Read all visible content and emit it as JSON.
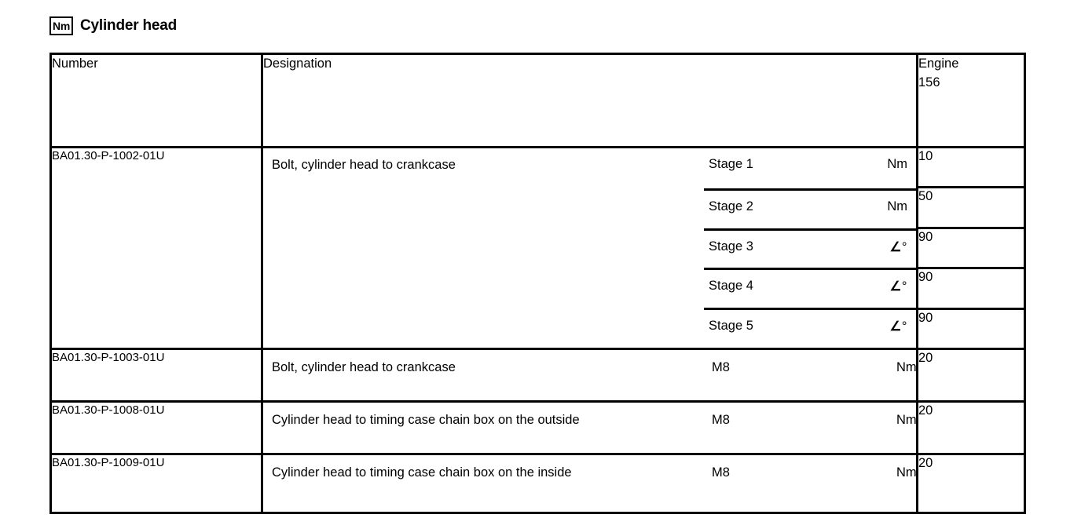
{
  "header": {
    "badge_label": "Nm",
    "badge_icon": "nm-unit-icon",
    "title": "Cylinder head"
  },
  "table": {
    "columns": {
      "number": "Number",
      "designation": "Designation",
      "engine_line1": "Engine",
      "engine_line2": "156"
    },
    "rows": [
      {
        "number": "BA01.30-P-1002-01U",
        "designation": "Bolt, cylinder head to crankcase",
        "stages": [
          {
            "label": "Stage 1",
            "unit": "Nm",
            "unit_type": "torque",
            "value": "10"
          },
          {
            "label": "Stage 2",
            "unit": "Nm",
            "unit_type": "torque",
            "value": "50"
          },
          {
            "label": "Stage 3",
            "unit": "∠",
            "degree": "°",
            "unit_type": "angle",
            "value": "90"
          },
          {
            "label": "Stage 4",
            "unit": "∠",
            "degree": "°",
            "unit_type": "angle",
            "value": "90"
          },
          {
            "label": "Stage 5",
            "unit": "∠",
            "degree": "°",
            "unit_type": "angle",
            "value": "90"
          }
        ]
      },
      {
        "number": "BA01.30-P-1003-01U",
        "designation": "Bolt, cylinder head to crankcase",
        "size": "M8",
        "unit": "Nm",
        "value": "20"
      },
      {
        "number": "BA01.30-P-1008-01U",
        "designation": "Cylinder head to timing case chain box on the outside",
        "size": "M8",
        "unit": "Nm",
        "value": "20"
      },
      {
        "number": "BA01.30-P-1009-01U",
        "designation": "Cylinder head to timing case chain box on the inside",
        "size": "M8",
        "unit": "Nm",
        "value": "20"
      }
    ]
  },
  "colors": {
    "text": "#000000",
    "background": "#ffffff",
    "border": "#000000"
  }
}
